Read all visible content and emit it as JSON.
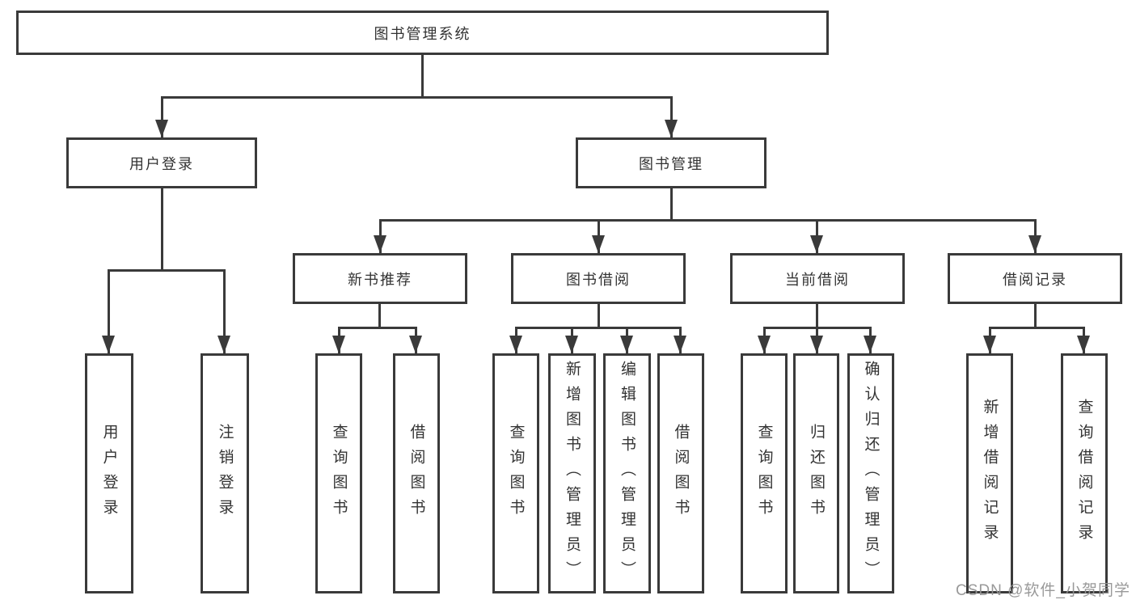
{
  "diagram_title": "图书管理系统",
  "tree": {
    "label": "图书管理系统",
    "children": [
      {
        "label": "用户登录",
        "children": [
          {
            "label": "用户登录"
          },
          {
            "label": "注销登录"
          }
        ]
      },
      {
        "label": "图书管理",
        "children": [
          {
            "label": "新书推荐",
            "children": [
              {
                "label": "查询图书"
              },
              {
                "label": "借阅图书"
              }
            ]
          },
          {
            "label": "图书借阅",
            "children": [
              {
                "label": "查询图书"
              },
              {
                "label": "新增图书（管理员）"
              },
              {
                "label": "编辑图书（管理员）"
              },
              {
                "label": "借阅图书"
              }
            ]
          },
          {
            "label": "当前借阅",
            "children": [
              {
                "label": "查询图书"
              },
              {
                "label": "归还图书"
              },
              {
                "label": "确认归还（管理员）"
              }
            ]
          },
          {
            "label": "借阅记录",
            "children": [
              {
                "label": "新增借阅记录"
              },
              {
                "label": "查询借阅记录"
              }
            ]
          }
        ]
      }
    ]
  },
  "watermark": {
    "text": "CSDN @软件_小贺同学"
  },
  "colors": {
    "line": "#3a3a3a",
    "text": "#333333",
    "watermark": "#949494",
    "background": "#ffffff"
  }
}
